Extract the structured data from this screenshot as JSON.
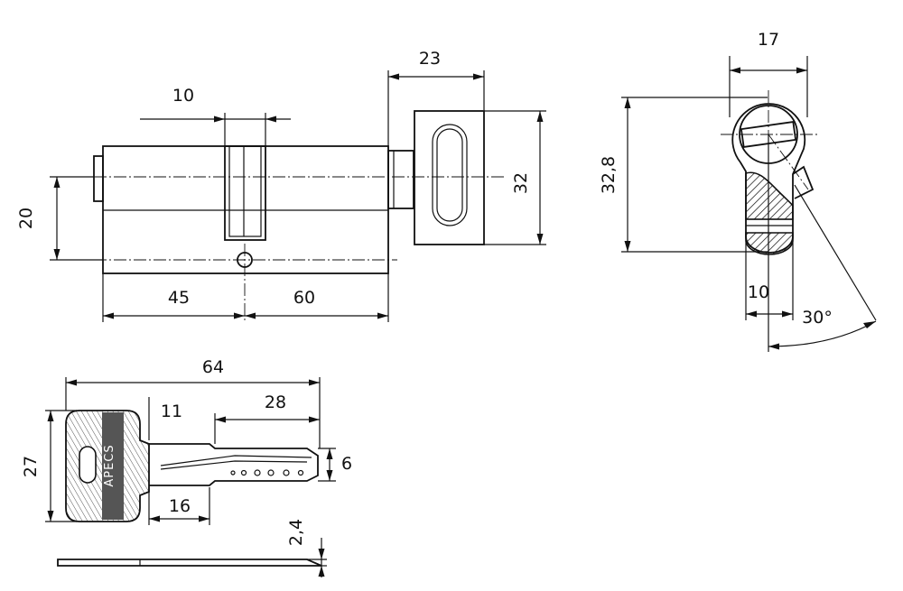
{
  "dimensions": {
    "lever_width": "10",
    "turn_knob_length": "23",
    "body_height": "20",
    "knob_height": "32",
    "left_length": "45",
    "right_length": "60",
    "profile_width": "17",
    "profile_height": "32,8",
    "cam_width": "10",
    "cam_angle": "30°",
    "key_length": "64",
    "key_shoulder": "11",
    "key_blade": "28",
    "key_head_height": "27",
    "key_blade_height": "6",
    "key_neck": "16",
    "key_thickness": "2,4"
  },
  "brand": "APECS"
}
